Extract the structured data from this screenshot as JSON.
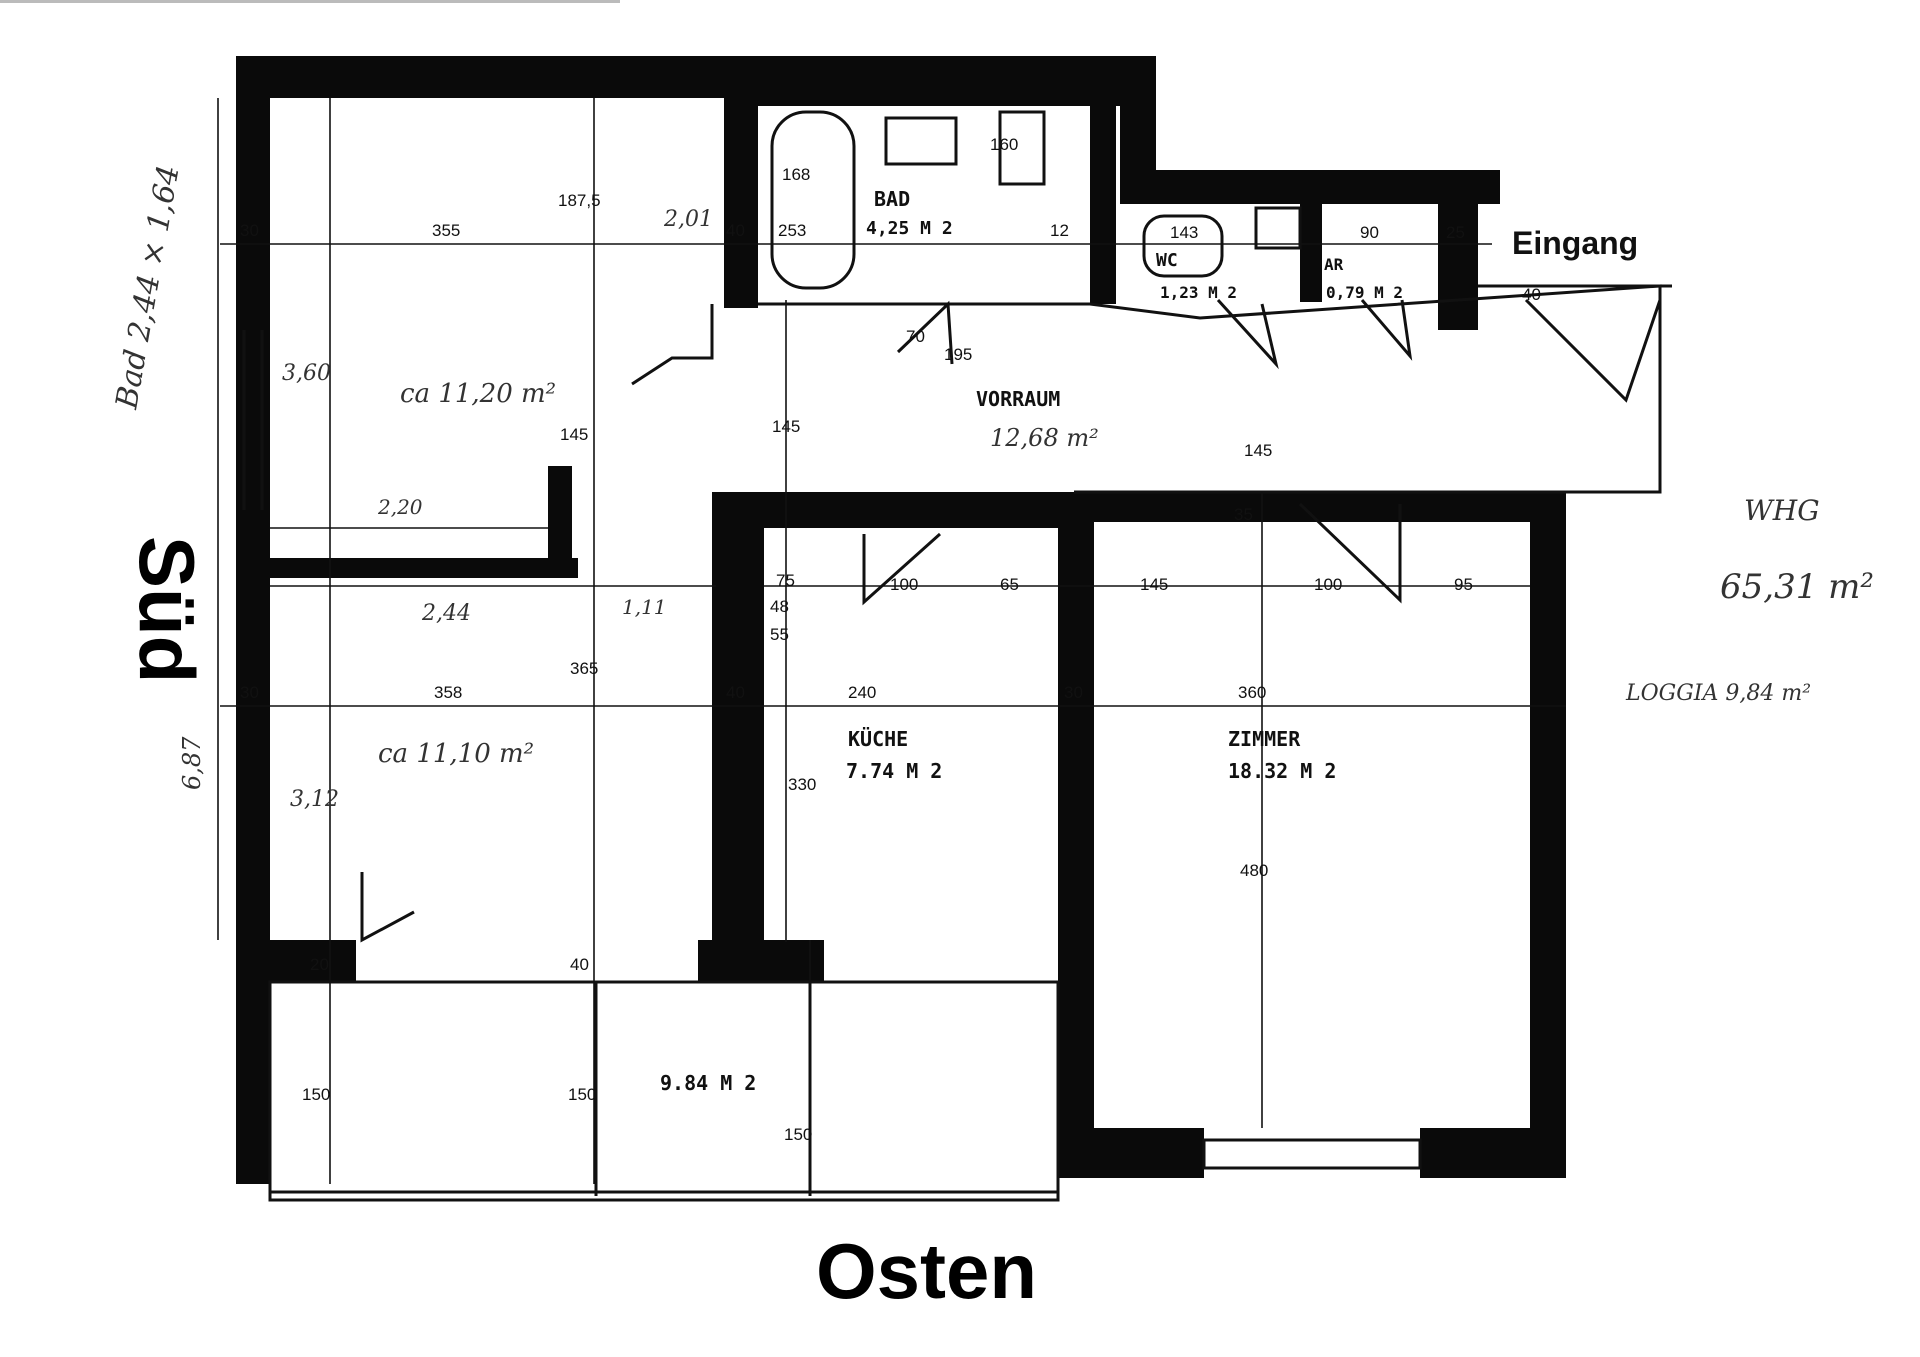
{
  "orientation": {
    "south": "Süd",
    "east": "Osten",
    "entrance": "Eingang"
  },
  "rooms": {
    "bad": {
      "name": "BAD",
      "area": "4,25 M 2"
    },
    "wc": {
      "name": "WC",
      "area": "1,23 M 2"
    },
    "ar": {
      "name": "AR",
      "area": "0,79 M 2"
    },
    "vorraum": {
      "name": "VORRAUM",
      "area": "12,68 m²"
    },
    "kueche": {
      "name": "KÜCHE",
      "area": "7.74 M 2"
    },
    "zimmer": {
      "name": "ZIMMER",
      "area": "18.32 M 2"
    },
    "room_nw": {
      "area": "ca 11,20 m²"
    },
    "room_sw": {
      "area": "ca 11,10 m²"
    },
    "loggia": {
      "area": "9.84 M 2"
    }
  },
  "annotations": {
    "bad_note": "Bad 2,44 × 1,64",
    "whg_label": "WHG",
    "whg_area": "65,31 m²",
    "loggia_note": "LOGGIA 9,84 m²",
    "total_depth": "6,87"
  },
  "dimensions": {
    "nw_width": "355",
    "nw_width_hand": "2,01",
    "nw_depth": "3,60",
    "nw_inner": "2,20",
    "nw_height_a": "145",
    "nw_height_b": "187,5",
    "bad_w": "253",
    "bad_d": "168",
    "bad_v": "160",
    "wall_30a": "30",
    "wall_40a": "40",
    "wall_12": "12",
    "wc_w": "143",
    "ar_w": "90",
    "wall_25": "25",
    "entry_40": "40",
    "vr_70": "70",
    "vr_195": "195",
    "vr_145a": "145",
    "vr_145b": "145",
    "sw_244": "2,44",
    "sw_111": "1,11",
    "sw_width": "358",
    "sw_365": "365",
    "sw_depth": "3,12",
    "k_100": "100",
    "k_65": "65",
    "k_width": "240",
    "k_depth": "330",
    "k_75": "75",
    "k_48": "48",
    "k_55": "55",
    "z_145": "145",
    "z_100": "100",
    "z_95": "95",
    "z_width": "360",
    "z_depth": "480",
    "wall_30b": "30",
    "wall_30c": "30",
    "wall_40b": "40",
    "wall_35": "35",
    "log_150a": "150",
    "log_150b": "150",
    "log_150c": "150",
    "log_20": "20",
    "log_40": "40"
  }
}
